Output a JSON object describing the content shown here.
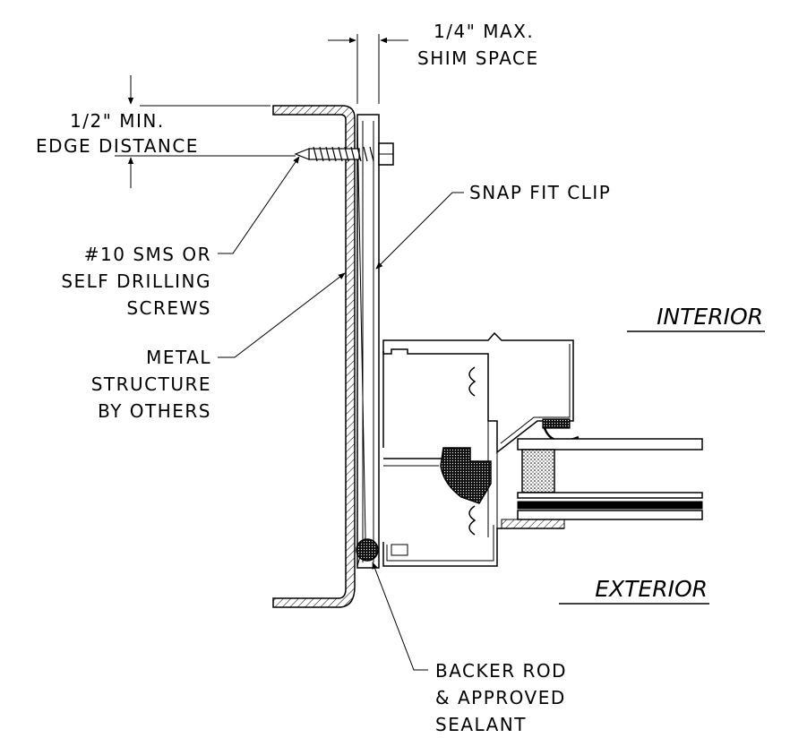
{
  "labels": {
    "shim_line1": "1/4\" MAX.",
    "shim_line2": "SHIM SPACE",
    "edge_line1": "1/2\" MIN.",
    "edge_line2": "EDGE DISTANCE",
    "clip": "SNAP FIT CLIP",
    "screws_line1": "#10 SMS OR",
    "screws_line2": "SELF DRILLING",
    "screws_line3": "SCREWS",
    "metal_line1": "METAL",
    "metal_line2": "STRUCTURE",
    "metal_line3": "BY OTHERS",
    "interior": "INTERIOR",
    "exterior": "EXTERIOR",
    "backer_line1": "BACKER ROD",
    "backer_line2": "& APPROVED",
    "backer_line3": "SEALANT"
  }
}
